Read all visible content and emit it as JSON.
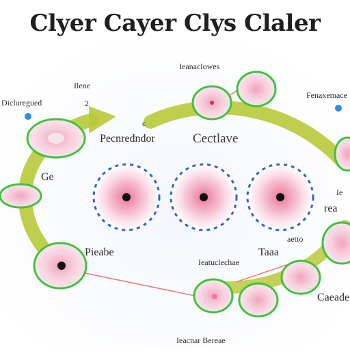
{
  "title": "Clyer Cayer Clys Claler",
  "labels": {
    "top_center": "Ieanaclowes",
    "top_left_a": "Ilene",
    "top_left_b": "2",
    "left_top": "Dicluregued",
    "top_right": "Fenaxemace",
    "mid_left_small": "c",
    "mid_left_main": "Pecnredndor",
    "mid_center": "Cectlave",
    "left_mid": "Ge",
    "right_mid_a": "Ie",
    "right_mid_b": "rea",
    "right_small": "aetto",
    "bottom_left": "Pieabe",
    "bottom_center_a": "Taaa",
    "bottom_center_b": "Ieatuclechae",
    "bottom_right": "Caeade",
    "footer": "Ieacnar Bereae"
  },
  "colors": {
    "arrow": "#b8c93a",
    "cell_border": "#3ec23e",
    "cell_fill": "#f4c6d8",
    "nucleus": "#111111",
    "dashed": "#2d66c8",
    "connector": "#e87b7b",
    "accent_dot": "#2f8ee0"
  },
  "icons": {
    "cycle_arrow": "curved-arrow-icon",
    "cell": "cell-icon",
    "marker": "blue-dot-icon"
  }
}
